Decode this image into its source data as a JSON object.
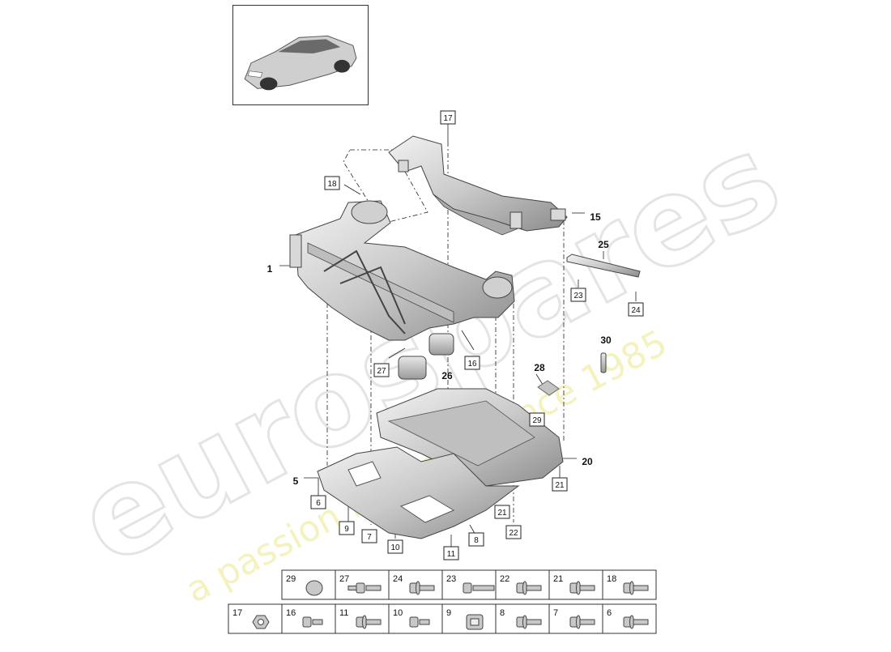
{
  "watermark": {
    "brand": "eurospares",
    "tagline": "a passion for parts since 1985"
  },
  "thumbnail": {
    "icon": "car-icon"
  },
  "callouts": [
    {
      "id": "c1",
      "text": "1",
      "boxed": false
    },
    {
      "id": "c5",
      "text": "5",
      "boxed": false
    },
    {
      "id": "c15",
      "text": "15",
      "boxed": false
    },
    {
      "id": "c20",
      "text": "20",
      "boxed": false
    },
    {
      "id": "c25",
      "text": "25",
      "boxed": false
    },
    {
      "id": "c26",
      "text": "26",
      "boxed": false
    },
    {
      "id": "c28",
      "text": "28",
      "boxed": false
    },
    {
      "id": "c30",
      "text": "30",
      "boxed": false
    },
    {
      "id": "b17",
      "text": "17",
      "boxed": true
    },
    {
      "id": "b18",
      "text": "18",
      "boxed": true
    },
    {
      "id": "b16",
      "text": "16",
      "boxed": true
    },
    {
      "id": "b27",
      "text": "27",
      "boxed": true
    },
    {
      "id": "b23",
      "text": "23",
      "boxed": true
    },
    {
      "id": "b24",
      "text": "24",
      "boxed": true
    },
    {
      "id": "b29",
      "text": "29",
      "boxed": true
    },
    {
      "id": "b21a",
      "text": "21",
      "boxed": true
    },
    {
      "id": "b21b",
      "text": "21",
      "boxed": true
    },
    {
      "id": "b22",
      "text": "22",
      "boxed": true
    },
    {
      "id": "b6",
      "text": "6",
      "boxed": true
    },
    {
      "id": "b9",
      "text": "9",
      "boxed": true
    },
    {
      "id": "b7",
      "text": "7",
      "boxed": true
    },
    {
      "id": "b10",
      "text": "10",
      "boxed": true
    },
    {
      "id": "b11",
      "text": "11",
      "boxed": true
    },
    {
      "id": "b8",
      "text": "8",
      "boxed": true
    }
  ],
  "parts_table": {
    "row1": [
      {
        "num": "29",
        "icon": "cap-icon"
      },
      {
        "num": "27",
        "icon": "stud-bolt-icon"
      },
      {
        "num": "24",
        "icon": "flange-bolt-icon"
      },
      {
        "num": "23",
        "icon": "long-bolt-icon"
      },
      {
        "num": "22",
        "icon": "flange-bolt-icon"
      },
      {
        "num": "21",
        "icon": "flange-bolt-icon"
      },
      {
        "num": "18",
        "icon": "flange-bolt-icon"
      }
    ],
    "row2": [
      {
        "num": "17",
        "icon": "nut-icon"
      },
      {
        "num": "16",
        "icon": "short-bolt-icon"
      },
      {
        "num": "11",
        "icon": "flange-bolt-icon"
      },
      {
        "num": "10",
        "icon": "short-bolt-icon"
      },
      {
        "num": "9",
        "icon": "clip-nut-icon"
      },
      {
        "num": "8",
        "icon": "washer-bolt-icon"
      },
      {
        "num": "7",
        "icon": "flange-bolt-icon"
      },
      {
        "num": "6",
        "icon": "flange-bolt-icon"
      }
    ]
  }
}
